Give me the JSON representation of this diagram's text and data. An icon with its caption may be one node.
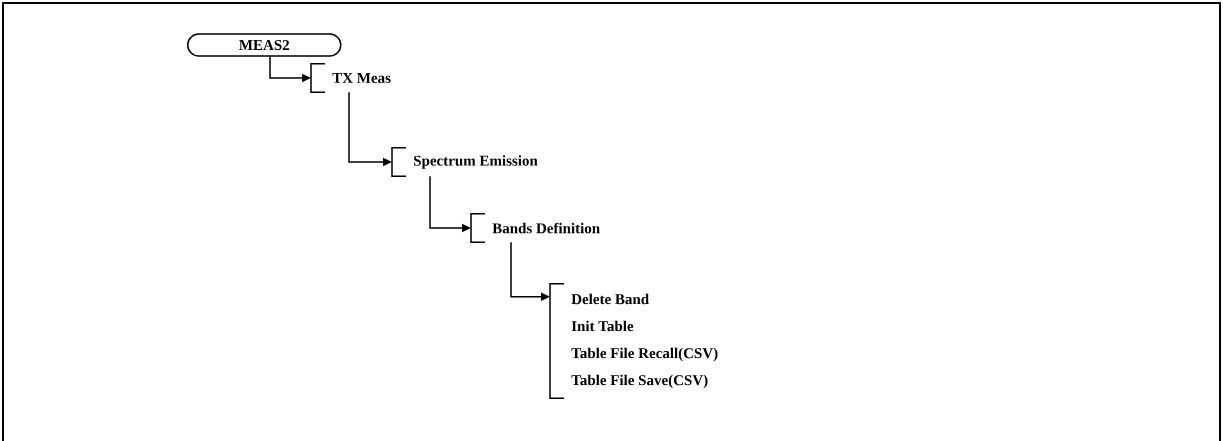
{
  "diagram": {
    "nodes": [
      {
        "text": [
          "MEAS2"
        ]
      },
      {
        "text": [
          "TX Meas"
        ]
      },
      {
        "text": [
          "Spectrum Emission"
        ]
      },
      {
        "text": [
          "Bands Definition"
        ]
      },
      {
        "text": [
          "Delete Band",
          "Init Table",
          "Table File Recall(CSV)",
          "Table File Save(CSV)"
        ]
      }
    ],
    "edges": [
      {
        "from": 0,
        "to": 1,
        "arrow": "to"
      },
      {
        "from": 1,
        "to": 2,
        "arrow": "to"
      },
      {
        "from": 2,
        "to": 3,
        "arrow": "to"
      },
      {
        "from": 3,
        "to": 4,
        "arrow": "to"
      }
    ]
  }
}
